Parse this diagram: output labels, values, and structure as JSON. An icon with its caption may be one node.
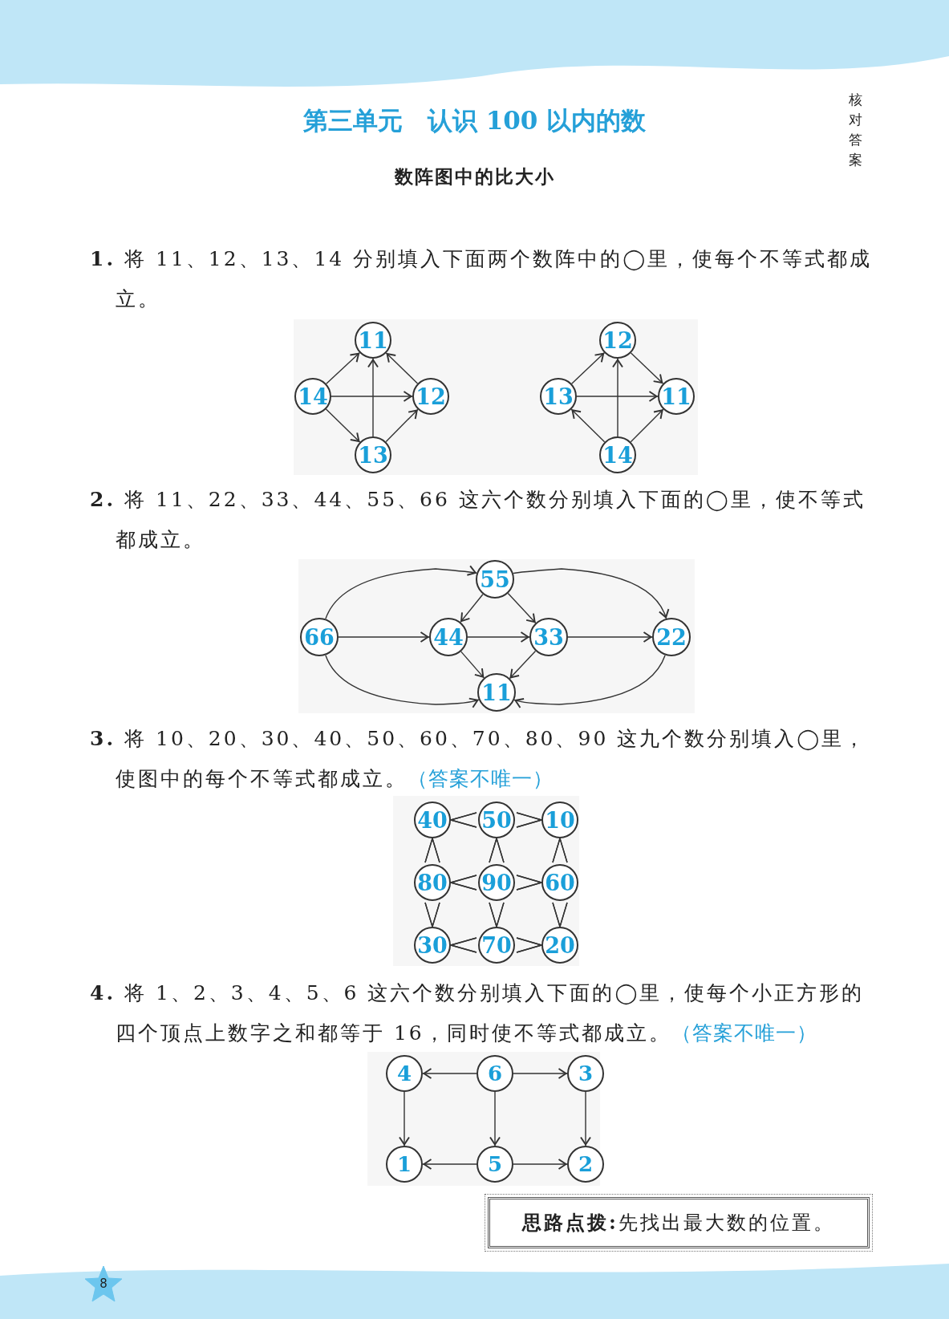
{
  "diagram": {
    "title": "第三单元　认识 100 以内的数",
    "nodes": [
      {
        "text": [
          "11"
        ]
      },
      {
        "text": [
          "14"
        ]
      },
      {
        "text": [
          "12"
        ]
      },
      {
        "text": [
          "13"
        ]
      },
      {
        "text": [
          "12"
        ]
      },
      {
        "text": [
          "13"
        ]
      },
      {
        "text": [
          "11"
        ]
      },
      {
        "text": [
          "14"
        ]
      },
      {
        "text": [
          "55"
        ]
      },
      {
        "text": [
          "66"
        ]
      },
      {
        "text": [
          "44"
        ]
      },
      {
        "text": [
          "33"
        ]
      },
      {
        "text": [
          "22"
        ]
      },
      {
        "text": [
          "11"
        ]
      },
      {
        "text": [
          "40"
        ]
      },
      {
        "text": [
          "50"
        ]
      },
      {
        "text": [
          "10"
        ]
      },
      {
        "text": [
          "80"
        ]
      },
      {
        "text": [
          "90"
        ]
      },
      {
        "text": [
          "60"
        ]
      },
      {
        "text": [
          "30"
        ]
      },
      {
        "text": [
          "70"
        ]
      },
      {
        "text": [
          "20"
        ]
      },
      {
        "text": [
          "4"
        ]
      },
      {
        "text": [
          "6"
        ]
      },
      {
        "text": [
          "3"
        ]
      },
      {
        "text": [
          "1"
        ]
      },
      {
        "text": [
          "5"
        ]
      },
      {
        "text": [
          "2"
        ]
      },
      {
        "text": [
          "**思路点拨:**先找出最大数的位置。"
        ]
      },
      {
        "text": [
          "8"
        ]
      }
    ],
    "edges": [
      {
        "from": 1,
        "to": 0,
        "arrow": "to"
      },
      {
        "from": 2,
        "to": 0,
        "arrow": "to"
      },
      {
        "from": 3,
        "to": 0,
        "arrow": "to"
      },
      {
        "from": 1,
        "to": 2,
        "arrow": "to"
      },
      {
        "from": 1,
        "to": 3,
        "arrow": "to"
      },
      {
        "from": 3,
        "to": 2,
        "arrow": "to"
      },
      {
        "from": 5,
        "to": 4,
        "arrow": "to"
      },
      {
        "from": 4,
        "to": 6,
        "arrow": "to"
      },
      {
        "from": 5,
        "to": 6,
        "arrow": "to"
      },
      {
        "from": 7,
        "to": 4,
        "arrow": "to"
      },
      {
        "from": 7,
        "to": 5,
        "arrow": "to"
      },
      {
        "from": 7,
        "to": 6,
        "arrow": "to"
      },
      {
        "from": 9,
        "to": 8,
        "arrow": "to"
      },
      {
        "from": 8,
        "to": 12,
        "arrow": "to"
      },
      {
        "from": 9,
        "to": 10,
        "arrow": "to"
      },
      {
        "from": 10,
        "to": 11,
        "arrow": "to"
      },
      {
        "from": 11,
        "to": 12,
        "arrow": "to"
      },
      {
        "from": 8,
        "to": 10,
        "arrow": "to"
      },
      {
        "from": 8,
        "to": 11,
        "arrow": "to"
      },
      {
        "from": 10,
        "to": 13,
        "arrow": "to"
      },
      {
        "from": 11,
        "to": 13,
        "arrow": "to"
      },
      {
        "from": 9,
        "to": 13,
        "arrow": "to"
      },
      {
        "from": 12,
        "to": 13,
        "arrow": "to"
      },
      {
        "from": 15,
        "to": 14,
        "arrow": "to"
      },
      {
        "from": 15,
        "to": 16,
        "arrow": "to"
      },
      {
        "from": 17,
        "to": 14,
        "arrow": "to"
      },
      {
        "from": 18,
        "to": 15,
        "arrow": "to"
      },
      {
        "from": 19,
        "to": 16,
        "arrow": "to"
      },
      {
        "from": 18,
        "to": 17,
        "arrow": "to"
      },
      {
        "from": 18,
        "to": 19,
        "arrow": "to"
      },
      {
        "from": 17,
        "to": 20,
        "arrow": "to"
      },
      {
        "from": 18,
        "to": 21,
        "arrow": "to"
      },
      {
        "from": 19,
        "to": 22,
        "arrow": "to"
      },
      {
        "from": 21,
        "to": 20,
        "arrow": "to"
      },
      {
        "from": 21,
        "to": 22,
        "arrow": "to"
      },
      {
        "from": 24,
        "to": 23,
        "arrow": "to"
      },
      {
        "from": 24,
        "to": 25,
        "arrow": "to"
      },
      {
        "from": 23,
        "to": 26,
        "arrow": "to"
      },
      {
        "from": 24,
        "to": 27,
        "arrow": "to"
      },
      {
        "from": 25,
        "to": 28,
        "arrow": "to"
      },
      {
        "from": 27,
        "to": 26,
        "arrow": "to"
      },
      {
        "from": 27,
        "to": 28,
        "arrow": "to"
      }
    ],
    "labels": [
      "数阵图中的比大小",
      "核对答案",
      "**1.** 将 11、12、13、14 分别填入下面两个数阵中的◯里，使每个不等式都成立。",
      "**2.** 将 11、22、33、44、55、66 这六个数分别填入下面的◯里，使不等式都成立。",
      "**3.** 将 10、20、30、40、50、60、70、80、90 这九个数分别填入◯里，使图中的每个不等式都成立。",
      "（答案不唯一）",
      "**4.** 将 1、2、3、4、5、6 这六个数分别填入下面的◯里，使每个小正方形的四个顶点上数字之和都等于 16，同时使不等式都成立。",
      "（答案不唯一）"
    ]
  }
}
